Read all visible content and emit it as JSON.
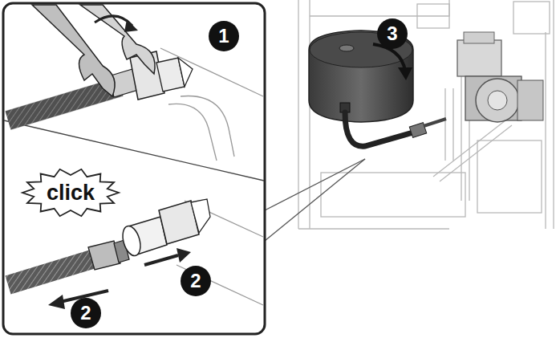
{
  "diagram": {
    "labels": [
      "1",
      "3",
      "click",
      "2",
      "2"
    ]
  }
}
